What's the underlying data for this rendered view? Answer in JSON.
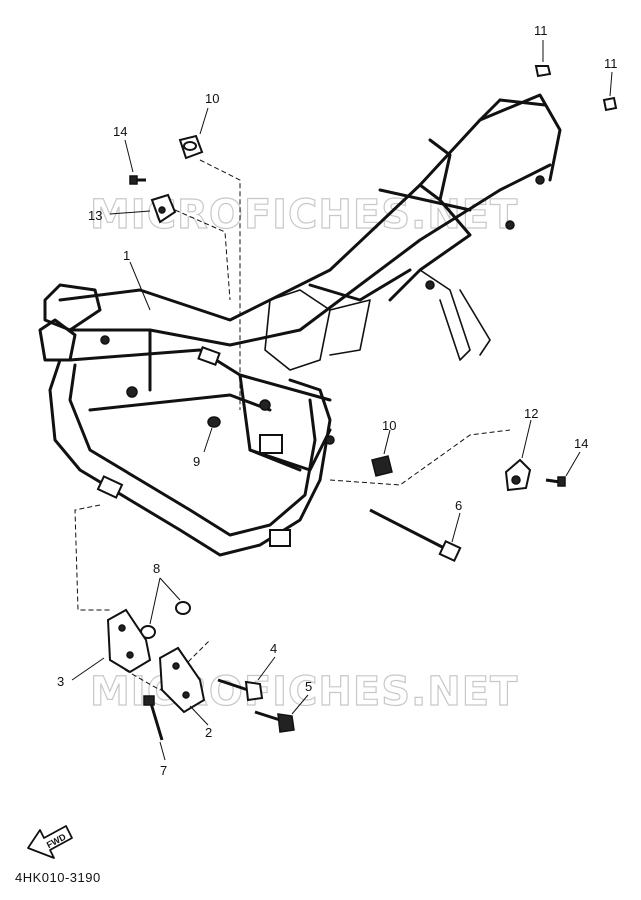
{
  "watermark": "MICROFICHES.NET",
  "diagram_code": "4HK010-3190",
  "fwd_label": "FWD",
  "callouts": {
    "c1": "1",
    "c2": "2",
    "c3": "3",
    "c4": "4",
    "c5": "5",
    "c6": "6",
    "c7": "7",
    "c8": "8",
    "c9": "9",
    "c10a": "10",
    "c10b": "10",
    "c11a": "11",
    "c11b": "11",
    "c12": "12",
    "c13": "13",
    "c14a": "14",
    "c14b": "14"
  }
}
